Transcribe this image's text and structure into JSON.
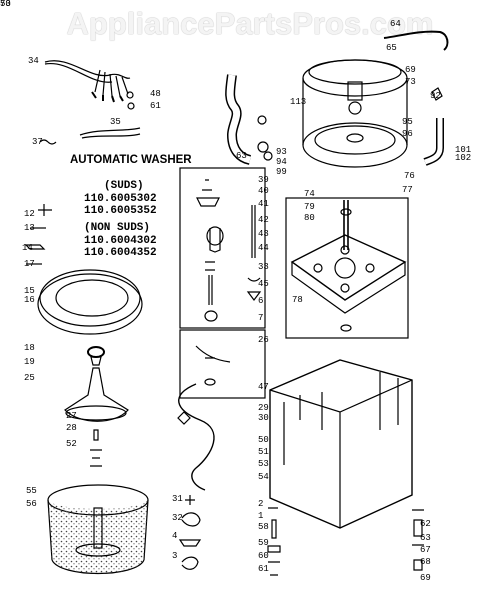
{
  "watermark": "AppliancePartsPros.com",
  "title": "AUTOMATIC WASHER",
  "models": {
    "suds_label": "(SUDS)",
    "suds_1": "110.6005302",
    "suds_2": "110.6005352",
    "nonsuds_label": "(NON SUDS)",
    "nonsuds_1": "110.6004302",
    "nonsuds_2": "110.6004352"
  },
  "callouts": [
    "34",
    "48",
    "61",
    "37",
    "35",
    "64",
    "65",
    "69",
    "73",
    "92",
    "113",
    "95",
    "96",
    "101",
    "102",
    "93",
    "94",
    "99",
    "63",
    "39",
    "40",
    "41",
    "42",
    "43",
    "44",
    "33",
    "45",
    "6",
    "7",
    "74",
    "79",
    "80",
    "76",
    "77",
    "78",
    "12",
    "13",
    "14",
    "17",
    "15",
    "16",
    "18",
    "19",
    "25",
    "26",
    "27",
    "47",
    "28",
    "52",
    "29",
    "30",
    "50",
    "51",
    "53",
    "54",
    "55",
    "56",
    "31",
    "32",
    "4",
    "3",
    "2",
    "1",
    "58",
    "59",
    "60",
    "61b",
    "62",
    "63b",
    "67",
    "68",
    "69b",
    "70",
    "53b"
  ],
  "colors": {
    "line": "#000000",
    "speckle": "#444444",
    "watermark": "#f4f4f4"
  }
}
